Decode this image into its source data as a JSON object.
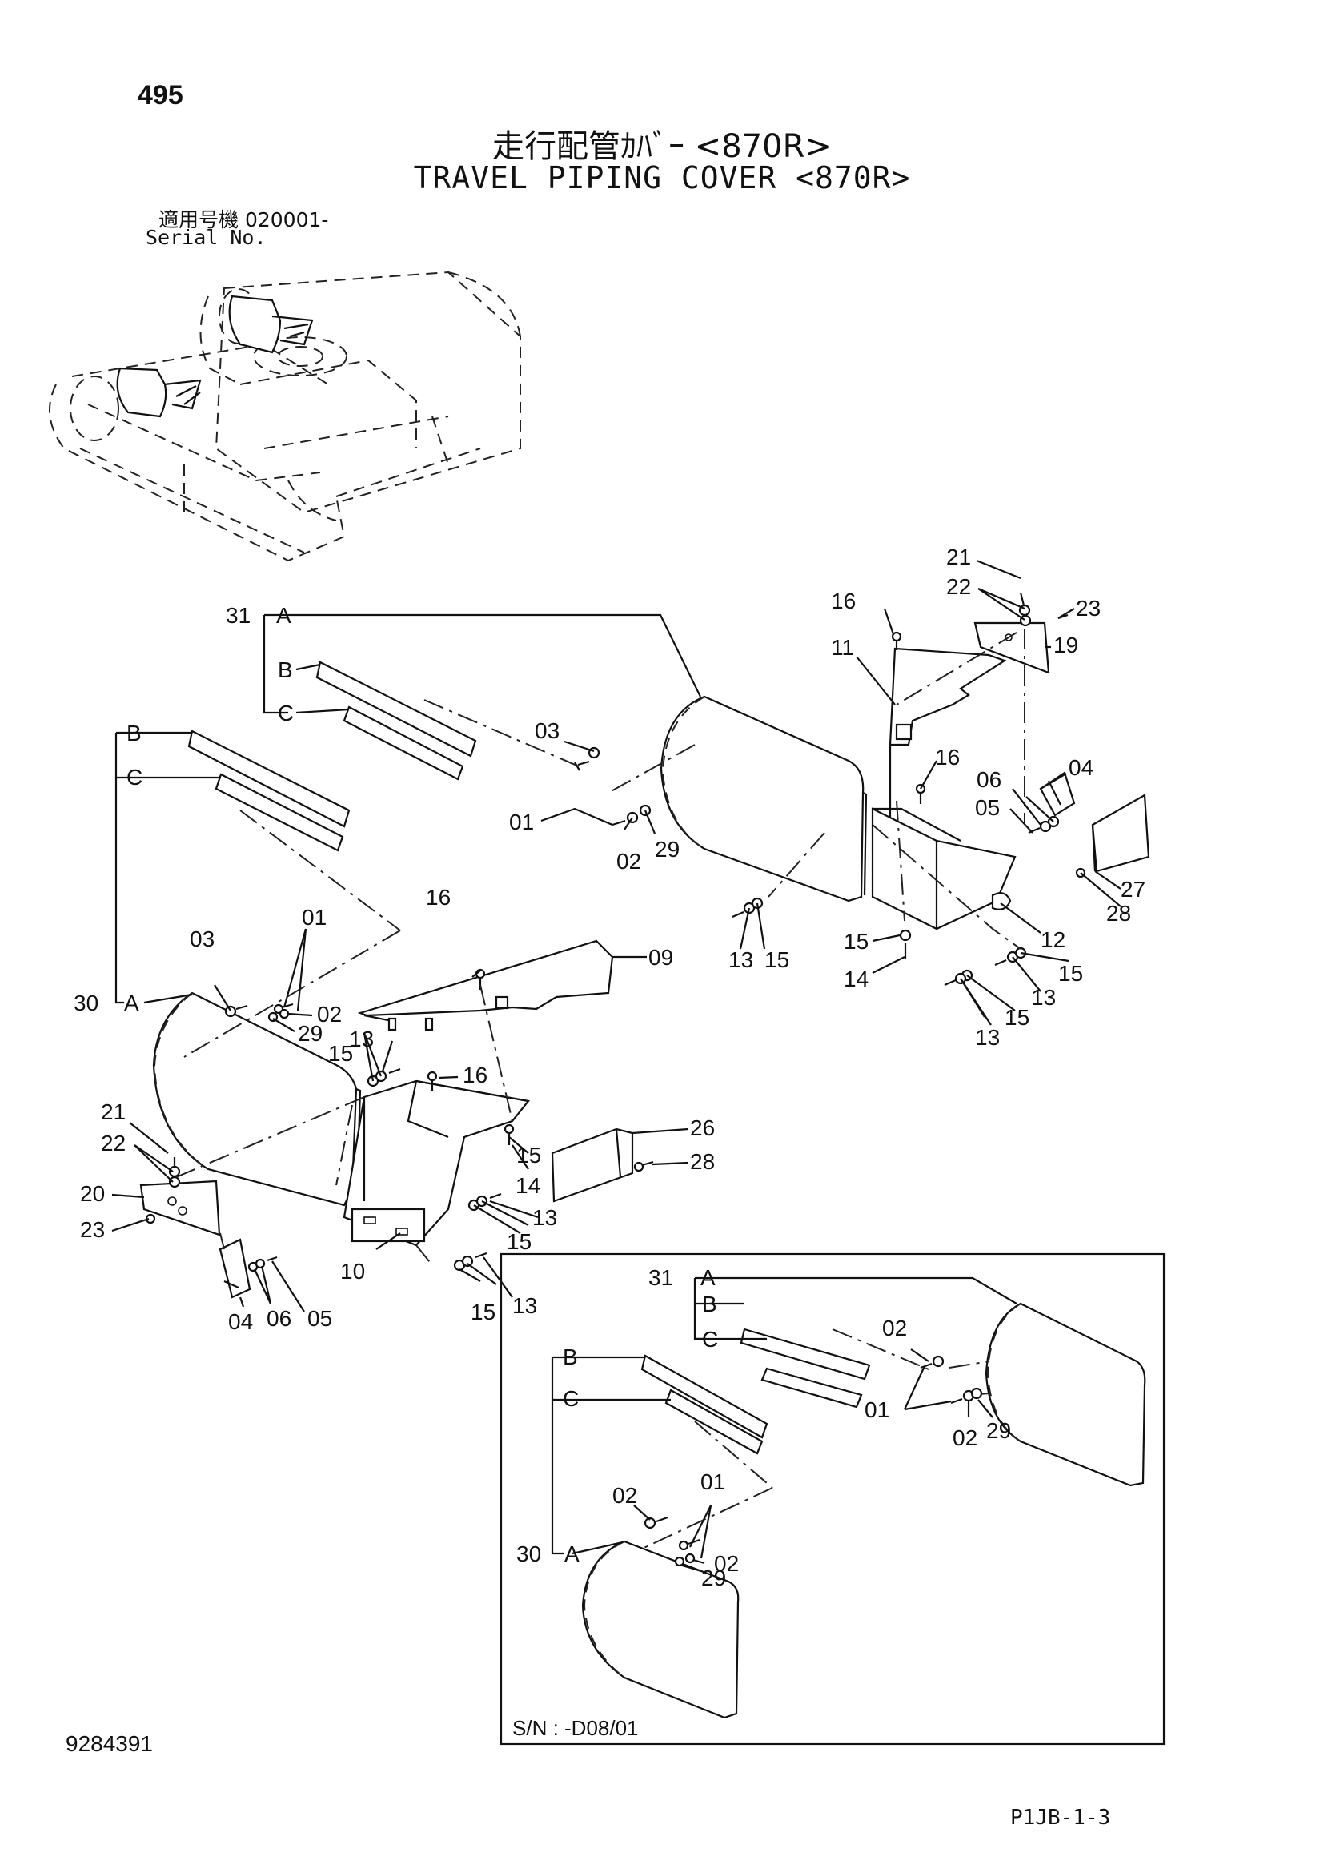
{
  "header": {
    "page_number": "495",
    "title_jp": "走行配管ｶﾊﾞｰ <870R>",
    "title_en": "TRAVEL PIPING COVER <870R>",
    "serial_label_jp": "適用号機  020001-",
    "serial_label_en": "Serial No."
  },
  "labels": {
    "c31": "31",
    "c30": "30",
    "i31": "31",
    "i30": "30",
    "A": "A",
    "B": "B",
    "C": "C",
    "p01": "01",
    "p02": "02",
    "p03": "03",
    "p04": "04",
    "p05": "05",
    "p06": "06",
    "p09": "09",
    "p10": "10",
    "p11": "11",
    "p12": "12",
    "p13": "13",
    "p14": "14",
    "p15": "15",
    "p16": "16",
    "p19": "19",
    "p20": "20",
    "p21": "21",
    "p22": "22",
    "p23": "23",
    "p26": "26",
    "p27": "27",
    "p28": "28",
    "p29": "29"
  },
  "inset": {
    "serial_note": "S/N : -D08/01"
  },
  "footer": {
    "document_number": "9284391",
    "sheet_code": "P1JB-1-3"
  }
}
